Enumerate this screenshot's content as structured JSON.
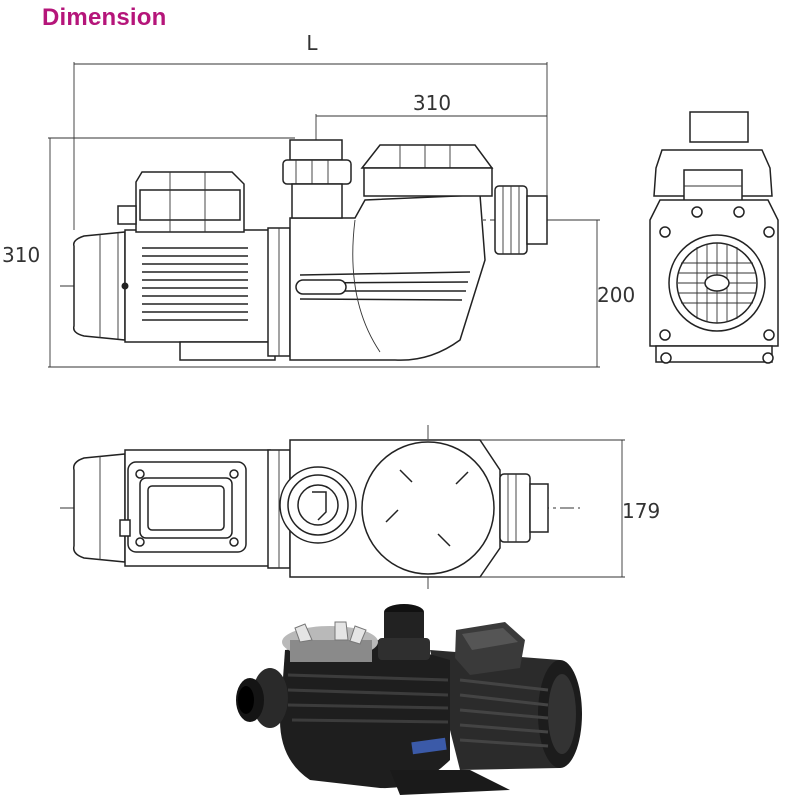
{
  "title": "Dimension",
  "dimensions": {
    "length_label": "L",
    "port_spacing": "310",
    "height": "310",
    "inlet_height": "200",
    "width": "179"
  },
  "colors": {
    "title": "#b5157a",
    "line": "#222222",
    "pump_body": "#1e1e1e"
  }
}
